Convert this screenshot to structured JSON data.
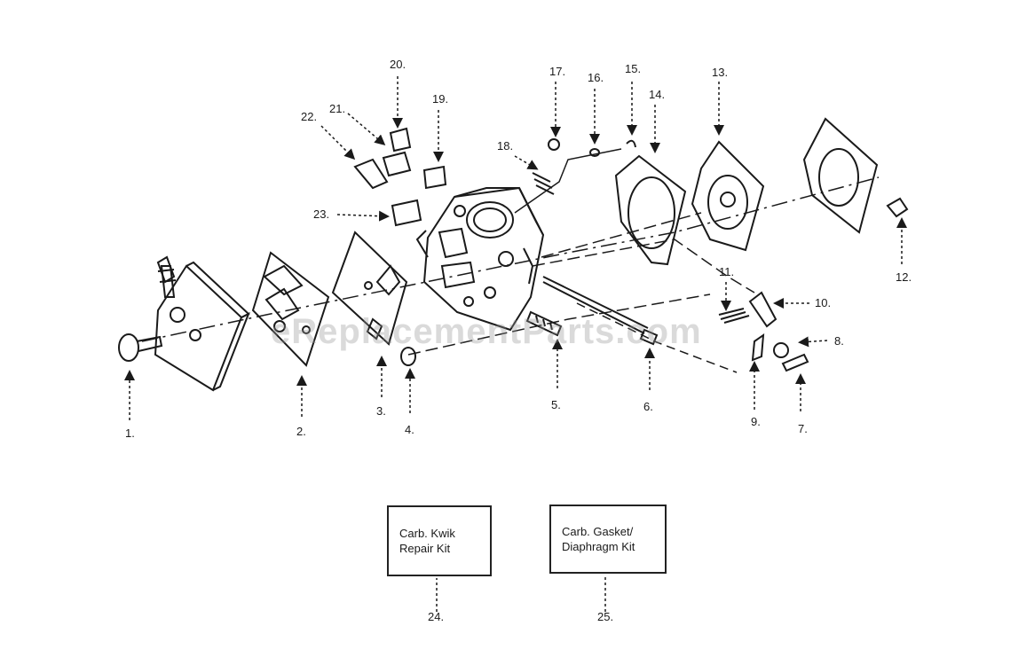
{
  "watermark": "eReplacementParts.com",
  "callouts": [
    "1.",
    "2.",
    "3.",
    "4.",
    "5.",
    "6.",
    "7.",
    "8.",
    "9.",
    "10.",
    "11.",
    "12.",
    "13.",
    "14.",
    "15.",
    "16.",
    "17.",
    "18.",
    "19.",
    "20.",
    "21.",
    "22.",
    "23.",
    "24.",
    "25."
  ],
  "kits": [
    {
      "line1": "Carb. Kwik",
      "line2": "Repair Kit"
    },
    {
      "line1": "Carb. Gasket/",
      "line2": "Diaphragm Kit"
    }
  ],
  "colors": {
    "ink": "#1a1a1a",
    "paper": "#ffffff"
  }
}
